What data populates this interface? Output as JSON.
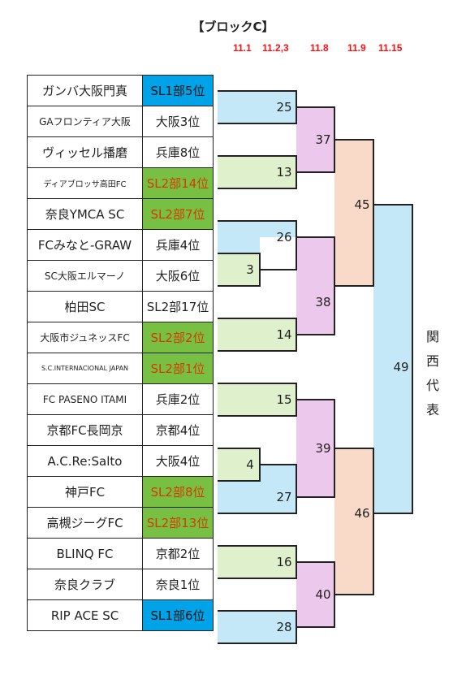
{
  "title": "【ブロックC】",
  "dates": [
    "11.1",
    "11.2,3",
    "11.8",
    "11.9",
    "11.15"
  ],
  "teams": [
    {
      "name": "ガンバ大阪門真",
      "seed": "SL1部5位",
      "seed_class": "sl1"
    },
    {
      "name": "GAフロンティア大阪",
      "seed": "大阪3位",
      "seed_class": ""
    },
    {
      "name": "ヴィッセル播磨",
      "seed": "兵庫8位",
      "seed_class": ""
    },
    {
      "name": "ディアブロッサ高田FC",
      "seed": "SL2部14位",
      "seed_class": "sl2"
    },
    {
      "name": "奈良YMCA SC",
      "seed": "SL2部7位",
      "seed_class": "sl2"
    },
    {
      "name": "FCみなと-GRAW",
      "seed": "兵庫4位",
      "seed_class": ""
    },
    {
      "name": "SC大阪エルマーノ",
      "seed": "大阪6位",
      "seed_class": ""
    },
    {
      "name": "柏田SC",
      "seed": "SL2部17位",
      "seed_class": ""
    },
    {
      "name": "大阪市ジュネッスFC",
      "seed": "SL2部2位",
      "seed_class": "sl2"
    },
    {
      "name": "S.C.INTERNACIONAL JAPAN",
      "seed": "SL2部1位",
      "seed_class": "sl2"
    },
    {
      "name": "FC PASENO ITAMI",
      "seed": "兵庫2位",
      "seed_class": ""
    },
    {
      "name": "京都FC長岡京",
      "seed": "京都4位",
      "seed_class": ""
    },
    {
      "name": "A.C.Re:Salto",
      "seed": "大阪4位",
      "seed_class": ""
    },
    {
      "name": "神戸FC",
      "seed": "SL2部8位",
      "seed_class": "sl2"
    },
    {
      "name": "高槻ジーグFC",
      "seed": "SL2部13位",
      "seed_class": "sl2"
    },
    {
      "name": "BLINQ FC",
      "seed": "京都2位",
      "seed_class": ""
    },
    {
      "name": "奈良クラブ",
      "seed": "奈良1位",
      "seed_class": ""
    },
    {
      "name": "RIP ACE SC",
      "seed": "SL1部6位",
      "seed_class": "sl1"
    }
  ],
  "match_numbers": {
    "m3": "3",
    "m4": "4",
    "m13": "13",
    "m14": "14",
    "m15": "15",
    "m16": "16",
    "m25": "25",
    "m26": "26",
    "m27": "27",
    "m28": "28",
    "m37": "37",
    "m38": "38",
    "m39": "39",
    "m40": "40",
    "m45": "45",
    "m46": "46",
    "m49": "49"
  },
  "final_label": [
    "関",
    "西",
    "代",
    "表"
  ],
  "colors": {
    "sl1": "#00a2e8",
    "sl2": "#77c043",
    "sl2_text": "#d63a00",
    "blue": "#c5e8f9",
    "green": "#dff0cc",
    "pink": "#ecc8ec",
    "peach": "#f9d9c8",
    "final": "#c5e8f9",
    "date": "#ff1010"
  }
}
